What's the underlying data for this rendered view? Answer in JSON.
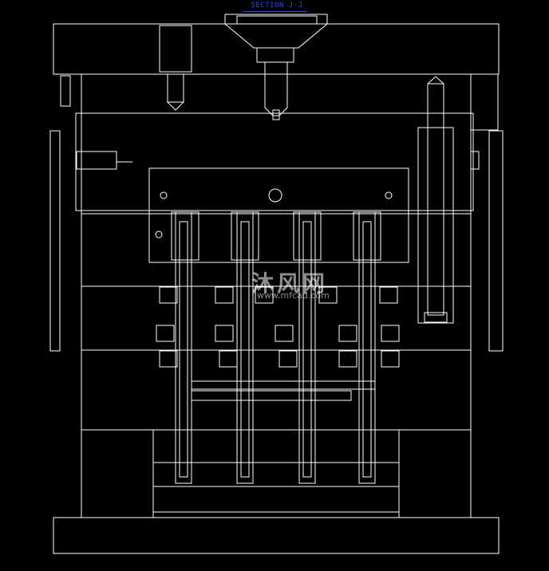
{
  "drawing": {
    "section_title": "SECTION J-J",
    "line_color": "#ffffff",
    "title_color": "#2a4bff",
    "background": "#000000"
  },
  "watermark": {
    "brand": "沐风网",
    "url": "www.mfcad.com"
  }
}
